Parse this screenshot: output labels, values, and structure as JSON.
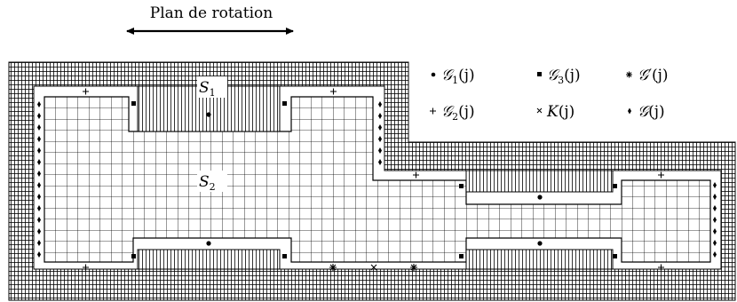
{
  "title": "Plan de rotation",
  "regions": {
    "s1": "S",
    "s1_sub": "1",
    "s2": "S",
    "s2_sub": "2"
  },
  "legend": [
    {
      "marker": "dot",
      "symbol": "𝒢",
      "sub": "1",
      "suffix": "(j)"
    },
    {
      "marker": "square",
      "symbol": "𝒢",
      "sub": "3",
      "suffix": "(j)"
    },
    {
      "marker": "star",
      "symbol": "𝒢′",
      "sub": "",
      "suffix": "(j)"
    },
    {
      "marker": "plus",
      "symbol": "𝒢",
      "sub": "2",
      "suffix": "(j)"
    },
    {
      "marker": "cross",
      "symbol": "K",
      "sub": "",
      "suffix": "(j)"
    },
    {
      "marker": "diamond",
      "symbol": "𝒢",
      "sub": "",
      "suffix": "(j)"
    }
  ],
  "colors": {
    "line": "#000000",
    "background": "#ffffff"
  }
}
